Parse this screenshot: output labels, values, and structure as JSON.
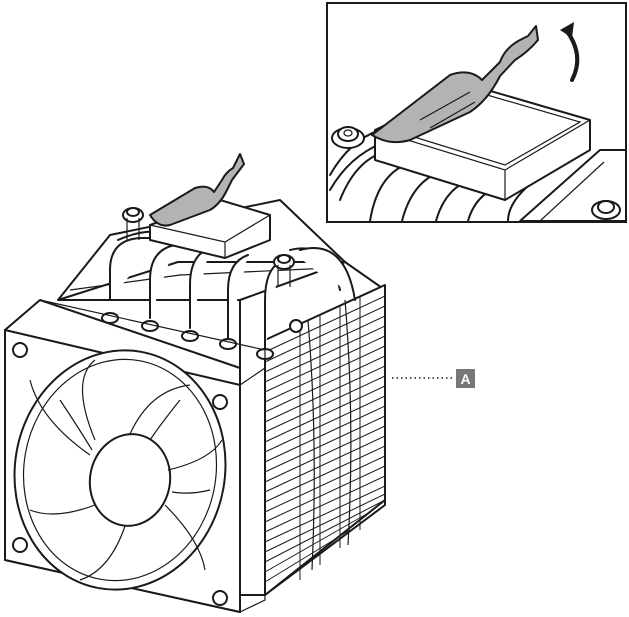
{
  "diagram": {
    "callout": {
      "letter": "A"
    },
    "colors": {
      "line": "#1a1a1a",
      "film": "#b3b3b3",
      "callout_fill": "#777777",
      "background": "#ffffff"
    },
    "icons": [
      "cpu-cooler-illustration",
      "protective-film-detail-inset",
      "peel-direction-arrow-icon"
    ]
  }
}
